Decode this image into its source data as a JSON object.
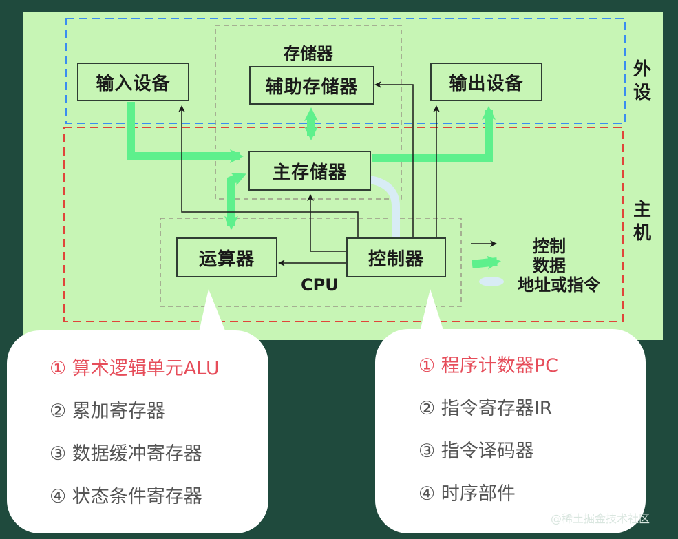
{
  "regions": {
    "peripheral_label": "外设",
    "host_label": "主机",
    "storage_label": "存储器",
    "cpu_label": "CPU"
  },
  "boxes": {
    "input": "输入设备",
    "aux_storage": "辅助存储器",
    "output": "输出设备",
    "main_storage": "主存储器",
    "alu": "运算器",
    "controller": "控制器"
  },
  "legend": {
    "control": "控制",
    "data": "数据",
    "address": "地址或指令"
  },
  "alu_list": [
    {
      "text": "① 算术逻辑单元ALU",
      "highlight": true
    },
    {
      "text": "② 累加寄存器",
      "highlight": false
    },
    {
      "text": "③ 数据缓冲寄存器",
      "highlight": false
    },
    {
      "text": "④ 状态条件寄存器",
      "highlight": false
    }
  ],
  "controller_list": [
    {
      "text": "① 程序计数器PC",
      "highlight": true
    },
    {
      "text": "② 指令寄存器IR",
      "highlight": false
    },
    {
      "text": "③ 指令译码器",
      "highlight": false
    },
    {
      "text": "④ 时序部件",
      "highlight": false
    }
  ],
  "colors": {
    "panel_bg": "#c7f5b5",
    "page_bg": "#1f4a3d",
    "data_arrow": "#5ef08c",
    "address_arrow": "#d8ecf5",
    "peripheral_border": "#3a8df0",
    "host_border": "#e0453a",
    "highlight_text": "#e64d5a"
  },
  "watermark": "@稀土掘金技术社区"
}
